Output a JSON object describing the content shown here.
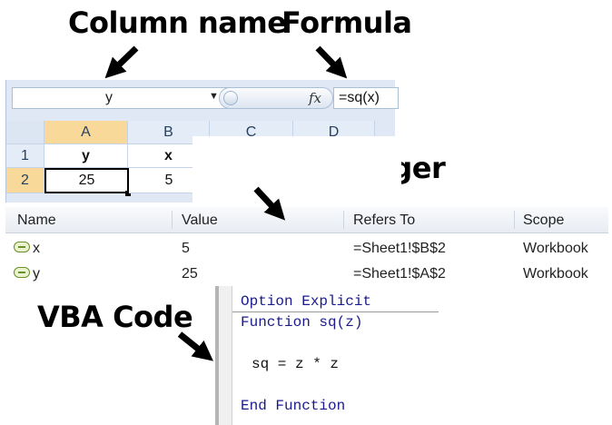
{
  "callouts": {
    "column_name": "Column name",
    "formula": "Formula",
    "name_manager": "Name manager",
    "vba_code": "VBA Code"
  },
  "excel": {
    "name_box": "y",
    "fx": "fx",
    "formula": "=sq(x)",
    "columns": [
      "A",
      "B",
      "C",
      "D"
    ],
    "rows": [
      {
        "row_label": "1",
        "a": "y",
        "b": "x"
      },
      {
        "row_label": "2",
        "a": "25",
        "b": "5"
      }
    ]
  },
  "name_manager": {
    "headers": [
      "Name",
      "Value",
      "Refers To",
      "Scope"
    ],
    "rows": [
      {
        "name": "x",
        "value": "5",
        "refers_to": "=Sheet1!$B$2",
        "scope": "Workbook"
      },
      {
        "name": "y",
        "value": "25",
        "refers_to": "=Sheet1!$A$2",
        "scope": "Workbook"
      }
    ]
  },
  "vba": {
    "option_explicit": "Option Explicit",
    "function_header": "Function sq(z)",
    "body": "sq = z * z",
    "end_function": "End Function"
  }
}
